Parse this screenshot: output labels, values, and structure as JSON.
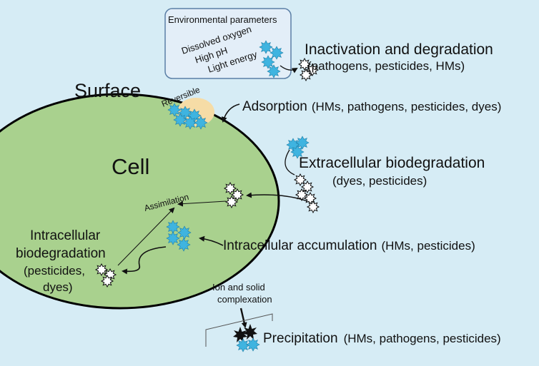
{
  "colors": {
    "background": "#d6ecf5",
    "cell_fill": "#a9d18e",
    "cell_stroke": "#000000",
    "pollutant_blue": "#3fb4e0",
    "pollutant_dark": "#111111",
    "reversible_patch": "#f6dca6",
    "env_box_fill": "#e3eef8",
    "env_box_stroke": "#5b7fa6"
  },
  "labels": {
    "surface": "Surface",
    "cell": "Cell",
    "env_title": "Environmental parameters",
    "env_dissolved_oxygen": "Dissolved oxygen",
    "env_high_ph": "High pH",
    "env_light_energy": "Light energy",
    "inactivation_title": "Inactivation and degradation",
    "inactivation_sub": "(pathogens, pesticides, HMs)",
    "reversible": "Reversible",
    "adsorption_title": "Adsorption",
    "adsorption_sub": "(HMs, pathogens, pesticides, dyes)",
    "extracellular_title": "Extracellular biodegradation",
    "extracellular_sub": "(dyes, pesticides)",
    "assimilation": "Assimilation",
    "intracellular_accum_title": "Intracellular accumulation",
    "intracellular_accum_sub": "(HMs, pesticides)",
    "intracellular_bio_line1": "Intracellular",
    "intracellular_bio_line2": "biodegradation",
    "intracellular_bio_line3": "(pesticides,",
    "intracellular_bio_line4": "dyes)",
    "ion_line1": "Ion and solid",
    "ion_line2": "complexation",
    "precipitation_title": "Precipitation",
    "precipitation_sub": "(HMs, pathogens, pesticides)"
  },
  "icons": [
    "blue-pollutant-icon",
    "degraded-pollutant-icon",
    "precipitate-icon"
  ]
}
